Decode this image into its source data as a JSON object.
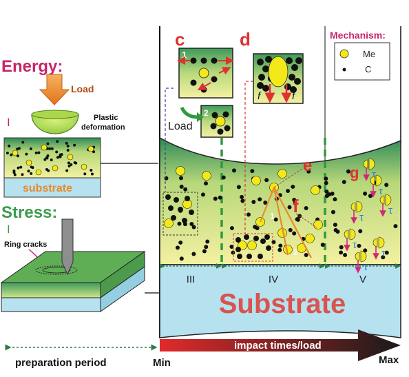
{
  "left": {
    "energy_title": "Energy:",
    "energy_num": "I",
    "load": "Load",
    "plastic1": "Plastic",
    "plastic2": "deformation",
    "substrate_small": "substrate",
    "stress_title": "Stress:",
    "stress_num": "I",
    "ring_cracks": "Ring cracks"
  },
  "panels": {
    "c": "c",
    "d": "d",
    "e": "e",
    "f_big": "f",
    "g": "g",
    "c1": "1",
    "c2": "2",
    "f1": "1",
    "f2": "2",
    "load": "Load",
    "f_small_left": "f",
    "f_small_right": "f",
    "tau": "τ"
  },
  "mechanism": {
    "title": "Mechanism:",
    "me": "Me",
    "c": "C"
  },
  "stages": {
    "s3": "III",
    "s4": "IV",
    "s5": "V"
  },
  "substrate_label": "Substrate",
  "bottom": {
    "preparation": "preparation period",
    "min": "Min",
    "impact": "impact times/load",
    "max": "Max"
  },
  "colors": {
    "energy": "#c8256b",
    "stress": "#3b9c4c",
    "panel_letter": "#e03030",
    "substrate_text": "#d9534f",
    "mech_title": "#c8256b",
    "me_particle": "#f3e81a",
    "arrow_red": "#e03030",
    "tau_blue": "#2a7fd0",
    "dashed_green": "#2e9a3e"
  }
}
